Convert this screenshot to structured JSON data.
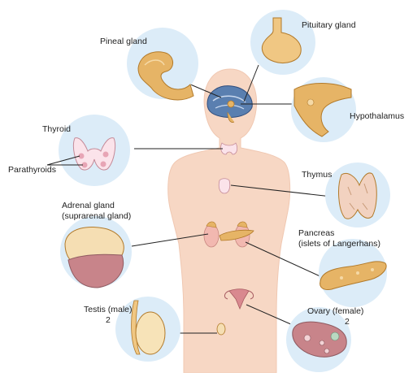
{
  "labels": {
    "pineal": "Pineal gland",
    "pituitary": "Pituitary gland",
    "hypothalamus": "Hypothalamus",
    "thyroid": "Thyroid",
    "parathyroids": "Parathyroids",
    "thymus": "Thymus",
    "adrenal_line1": "Adrenal gland",
    "adrenal_line2": "(suprarenal gland)",
    "pancreas_line1": "Pancreas",
    "pancreas_line2": "(islets of Langerhans)",
    "testis_line1": "Testis (male)",
    "testis_line2": "2",
    "ovary_line1": "Ovary (female)",
    "ovary_line2": "2"
  },
  "colors": {
    "body_skin": "#f7d7c4",
    "bubble": "#dcecf8",
    "gland": "#e6b466",
    "gland_stroke": "#b27a2a",
    "thyroid_pink": "#f3c3cc",
    "brain_blue": "#5a7fb0"
  }
}
